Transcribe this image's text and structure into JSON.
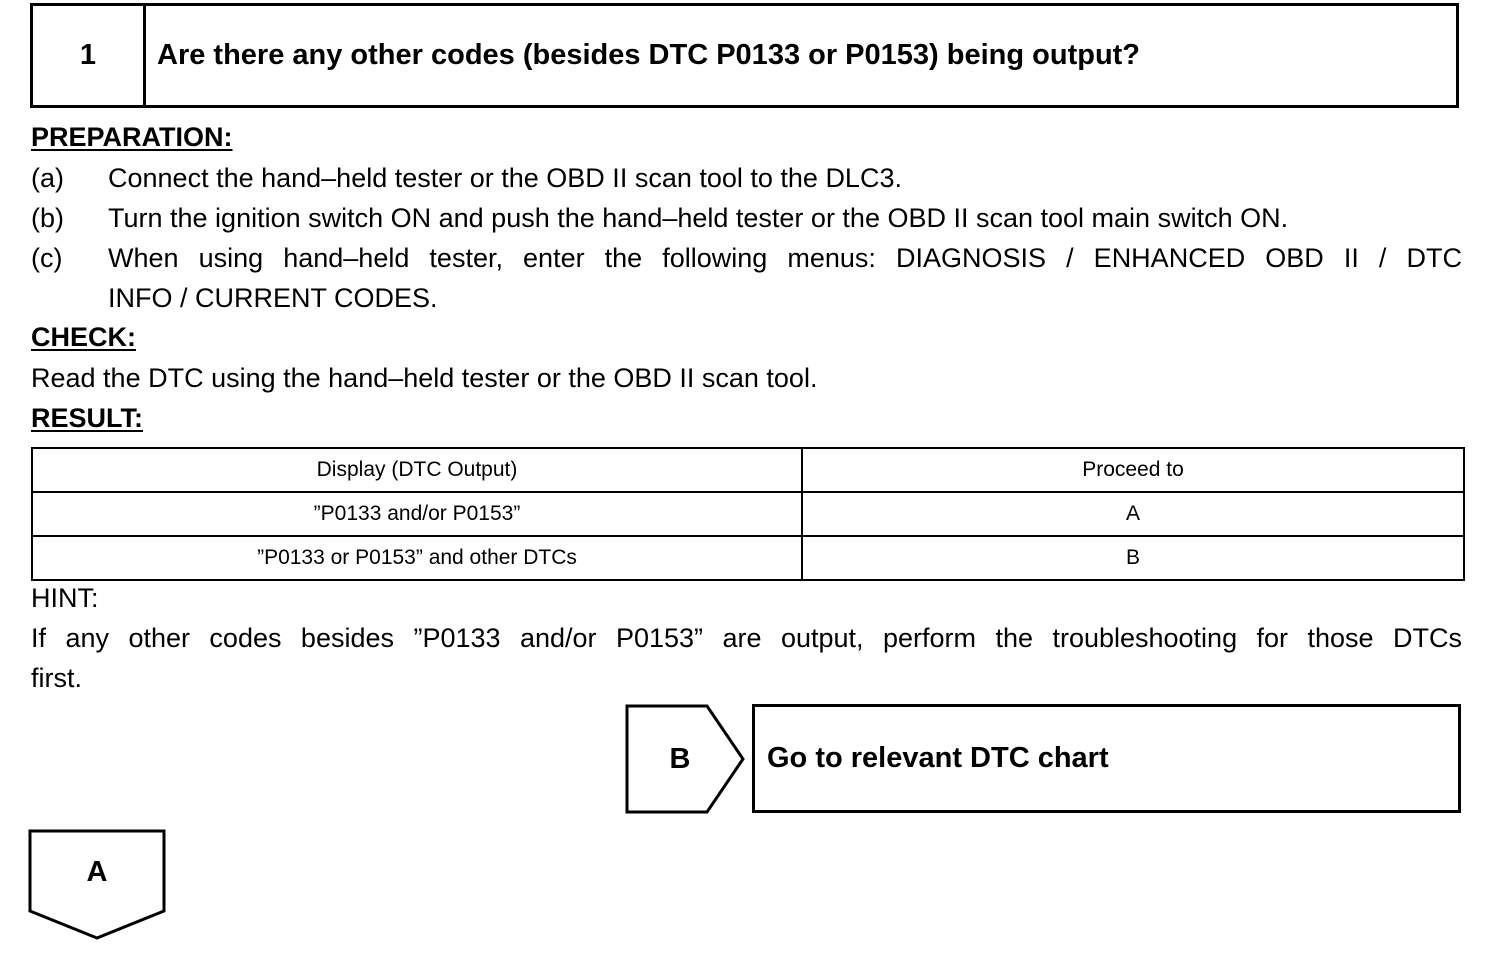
{
  "step": {
    "number": "1",
    "question": "Are there any other codes (besides DTC P0133 or P0153) being output?"
  },
  "preparation": {
    "heading": "PREPARATION:",
    "items": [
      {
        "tag": "(a)",
        "lines": [
          "Connect the hand–held tester or the OBD II scan tool to the DLC3."
        ]
      },
      {
        "tag": "(b)",
        "lines": [
          "Turn the ignition switch ON and push the hand–held tester or the OBD II scan tool main switch ON."
        ]
      },
      {
        "tag": "(c)",
        "lines": [
          "When using hand–held tester, enter the following menus: DIAGNOSIS / ENHANCED OBD II / DTC",
          "INFO / CURRENT CODES."
        ]
      }
    ]
  },
  "check": {
    "heading": "CHECK:",
    "text": "Read the DTC using the hand–held tester or the OBD II scan tool."
  },
  "result": {
    "heading": "RESULT:",
    "columns": [
      "Display (DTC Output)",
      "Proceed to"
    ],
    "rows": [
      [
        "”P0133 and/or P0153”",
        "A"
      ],
      [
        "”P0133 or P0153” and other DTCs",
        "B"
      ]
    ]
  },
  "hint": {
    "heading": "HINT:",
    "lines": [
      "If any other codes besides ”P0133 and/or P0153” are output, perform the troubleshooting for those DTCs",
      "first."
    ]
  },
  "branch_b": {
    "label": "B",
    "target": "Go to relevant DTC chart"
  },
  "branch_a": {
    "label": "A"
  }
}
